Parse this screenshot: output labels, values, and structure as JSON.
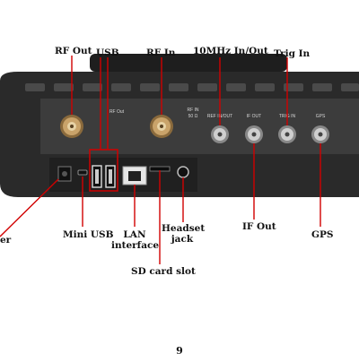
{
  "figure": {
    "callouts": {
      "rf_out": "RF Out",
      "usb": "USB",
      "rf_in": "RF In",
      "ref_in_out": "10MHz In/Out",
      "trig_in": "Trig In",
      "mini_usb": "Mini USB",
      "lan_line1": "LAN",
      "lan_line2": "interface",
      "headset_line1": "Headset",
      "headset_line2": "jack",
      "if_out": "IF Out",
      "gps": "GPS",
      "sd_card": "SD card slot",
      "power_fragment": "er"
    },
    "panel_text": {
      "rf_out_label": "RF Out",
      "rf_in_label": "RF IN",
      "rf_in_sub": "50 Ω",
      "ref_label": "REF IN/OUT",
      "if_label": "IF OUT",
      "trig_label": "TRIG IN",
      "gps_label": "GPS"
    }
  },
  "page": {
    "number": "9"
  },
  "colors": {
    "chassis": "#2b2b2b",
    "panel": "#3e3e3e",
    "accent_line": "#d10000",
    "brass": "#c9a36a",
    "silver": "#cfcfcf"
  }
}
